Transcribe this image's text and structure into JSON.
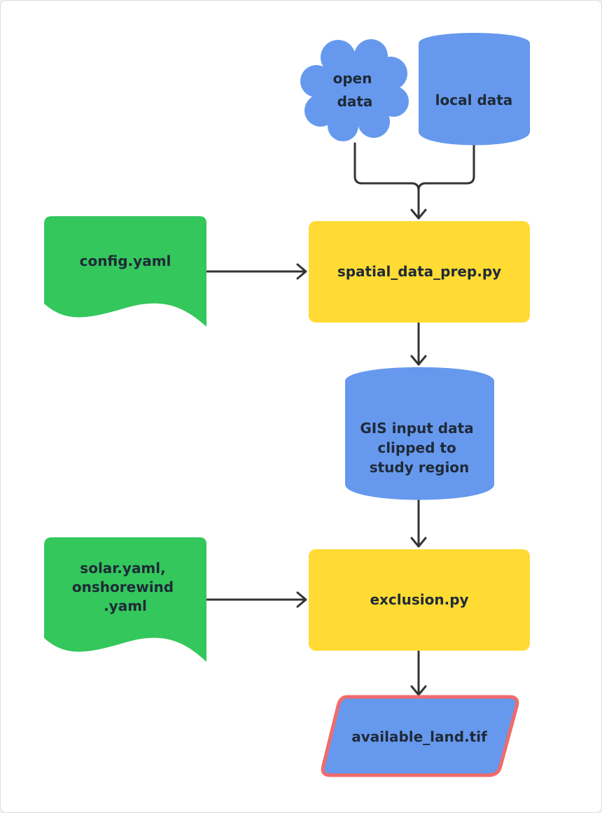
{
  "colors": {
    "data_blue": "#6699ee",
    "script_yellow": "#ffdb33",
    "config_green": "#33c75c",
    "output_border_red": "#ef6b6b",
    "edge": "#333333",
    "text": "#1f2a37"
  },
  "nodes": {
    "open_data": {
      "lines": [
        "open",
        "data"
      ],
      "shape": "cloud"
    },
    "local_data": {
      "lines": [
        "local data"
      ],
      "shape": "cylinder"
    },
    "config_yaml": {
      "lines": [
        "config.yaml"
      ],
      "shape": "document"
    },
    "spatial_data_prep": {
      "lines": [
        "spatial_data_prep.py"
      ],
      "shape": "process"
    },
    "gis_input": {
      "lines": [
        "GIS input data",
        "clipped to",
        "study region"
      ],
      "shape": "cylinder"
    },
    "solar_yaml": {
      "lines": [
        "solar.yaml,",
        "onshorewind",
        ".yaml"
      ],
      "shape": "document"
    },
    "exclusion": {
      "lines": [
        "exclusion.py"
      ],
      "shape": "process"
    },
    "available_land": {
      "lines": [
        "available_land.tif"
      ],
      "shape": "data-io"
    }
  },
  "edges": [
    {
      "from": "open_data",
      "to": "spatial_data_prep"
    },
    {
      "from": "local_data",
      "to": "spatial_data_prep"
    },
    {
      "from": "config_yaml",
      "to": "spatial_data_prep"
    },
    {
      "from": "spatial_data_prep",
      "to": "gis_input"
    },
    {
      "from": "gis_input",
      "to": "exclusion"
    },
    {
      "from": "solar_yaml",
      "to": "exclusion"
    },
    {
      "from": "exclusion",
      "to": "available_land"
    }
  ]
}
